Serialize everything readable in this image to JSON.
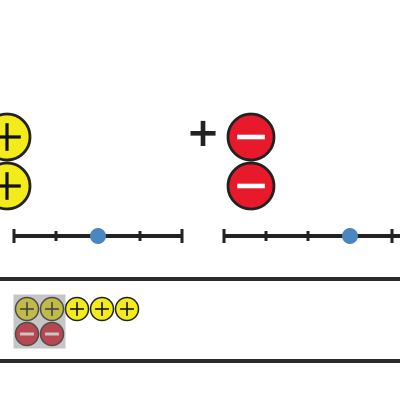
{
  "scene": {
    "operator_symbol": "+",
    "colors": {
      "positive_fill": "#f4ec1a",
      "negative_fill": "#e8192b",
      "token_stroke": "#222222",
      "line_color": "#222222",
      "slider_knob": "#4a86c0",
      "tray_border": "#2b2b2b",
      "selected_overlay": "#808080"
    },
    "left_group": {
      "token_type": "positive",
      "count": 2
    },
    "right_group": {
      "token_type": "negative",
      "count": 2
    },
    "left_slider": {
      "ticks": 5,
      "value_index": 2
    },
    "right_slider": {
      "ticks": 5,
      "value_index": 3
    },
    "tray": {
      "top_row": [
        "positive",
        "positive",
        "positive",
        "positive",
        "positive"
      ],
      "bottom_row": [
        "negative",
        "negative"
      ],
      "selected_top_count": 2,
      "selected_bottom_count": 2
    }
  }
}
